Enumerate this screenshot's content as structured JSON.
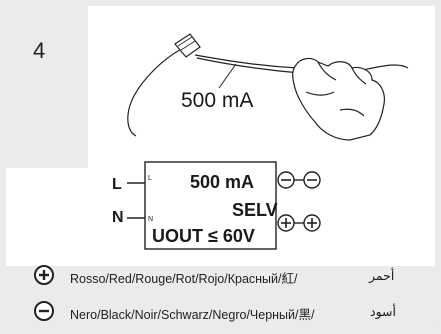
{
  "step": {
    "number": "4"
  },
  "cable": {
    "label": "500 mA"
  },
  "driver": {
    "input_L": "L",
    "input_N": "N",
    "inner_L": "L",
    "inner_N": "N",
    "current": "500 mA",
    "selv": "SELV",
    "uout": "UOUT ≤ 60V"
  },
  "legend": {
    "plus_symbol": "plus-in-circle-icon",
    "minus_symbol": "minus-in-circle-icon",
    "red_text": "Rosso/Red/Rouge/Rot/Rojo/Красный/紅/",
    "red_arabic": "أحمر",
    "black_text": "Nero/Black/Noir/Schwarz/Negro/Черный/黑/",
    "black_arabic": "أسود"
  },
  "colors": {
    "background": "#ebebeb",
    "panel": "#ffffff",
    "ink": "#1a1a1a"
  }
}
